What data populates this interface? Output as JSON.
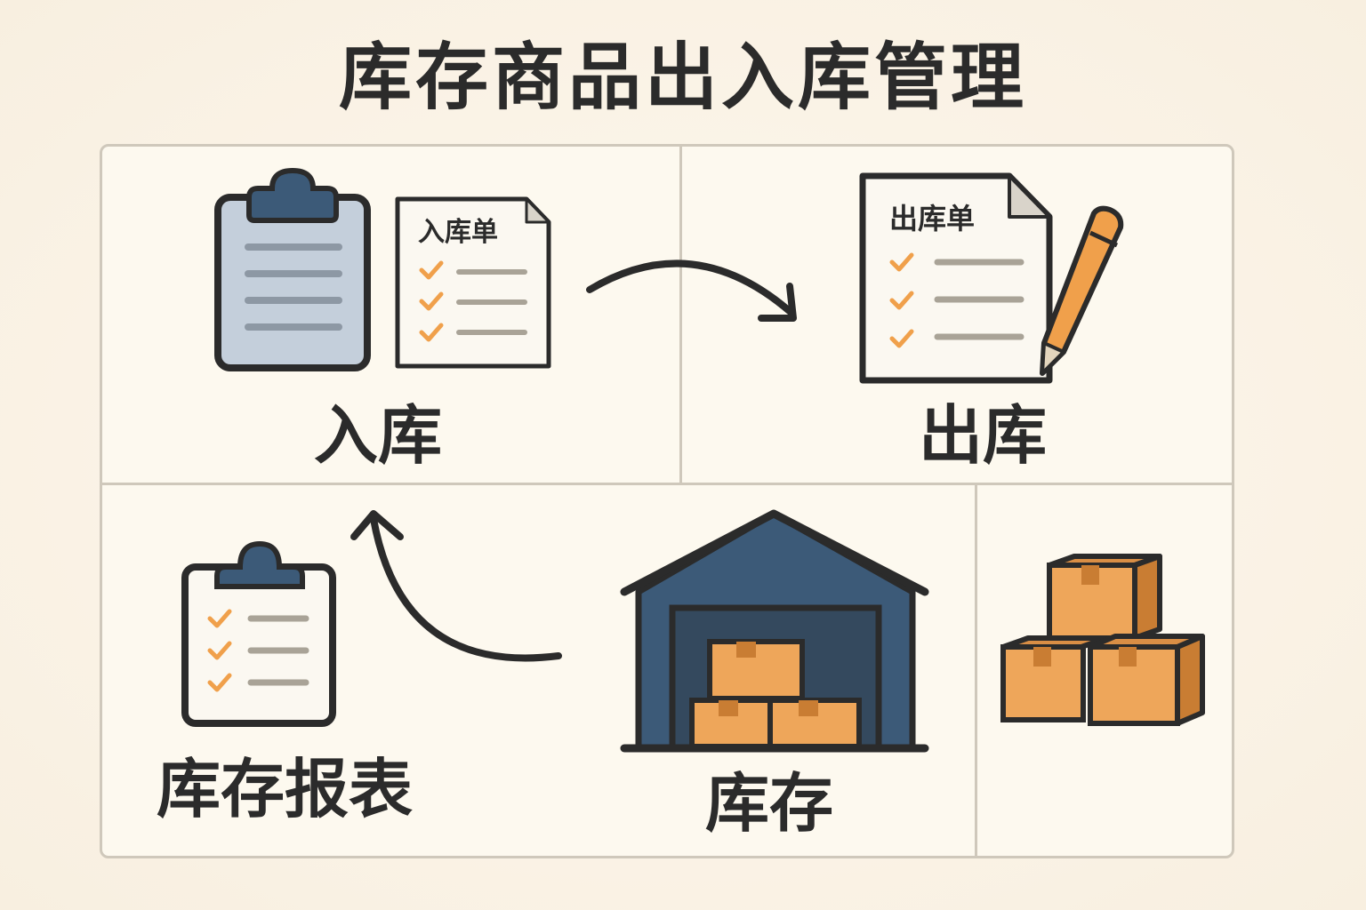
{
  "title": "库存商品出入库管理",
  "cells": {
    "inbound": {
      "label": "入库",
      "doc_title": "入库单"
    },
    "outbound": {
      "label": "出库",
      "doc_title": "出库单"
    },
    "report": {
      "label": "库存报表"
    },
    "inventory": {
      "label": "库存"
    }
  },
  "icons": {
    "inbound": [
      "clipboard-icon",
      "checklist-document-icon"
    ],
    "outbound": [
      "checklist-document-icon",
      "pencil-icon"
    ],
    "report": [
      "checklist-clipboard-icon"
    ],
    "inventory": [
      "warehouse-icon",
      "boxes-icon",
      "stacked-boxes-icon"
    ],
    "flow": [
      "arrow-inbound-to-outbound",
      "arrow-inventory-to-inbound"
    ]
  },
  "colors": {
    "outline": "#2b2b2b",
    "navy": "#3c5a78",
    "clipboard_blue": "#c4cfdb",
    "orange": "#f0a04b",
    "box": "#eea65a",
    "box_dark": "#c97d33",
    "line_gray": "#a9a397",
    "paper": "#fbf8f1"
  }
}
